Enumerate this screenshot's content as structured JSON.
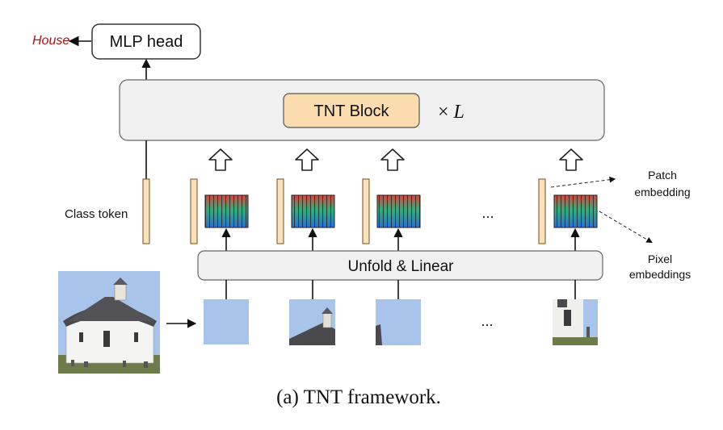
{
  "output_label": "House",
  "mlp_head_label": "MLP head",
  "tnt_block_label": "TNT Block",
  "repeat_times": "×",
  "repeat_var": "L",
  "class_token_label": "Class token",
  "unfold_label": "Unfold & Linear",
  "ellipsis": "...",
  "patch_embedding_line1": "Patch",
  "patch_embedding_line2": "embedding",
  "pixel_embeddings_line1": "Pixel",
  "pixel_embeddings_line2": "embeddings",
  "caption": "(a) TNT framework.",
  "colors": {
    "output_label": "#b01010",
    "block_fill": "#f0f0f0",
    "tnt_block_fill": "#fbdcae",
    "token_fill": "#fbe0bd",
    "token_stroke": "#8a6a3a",
    "sky": "#a9c4ea",
    "grad_top": "#e0403a",
    "grad_mid": "#2fb07a",
    "grad_bottom": "#2a6fd4"
  }
}
